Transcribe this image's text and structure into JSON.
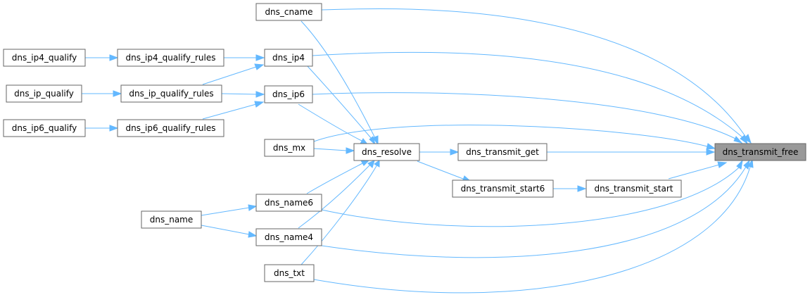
{
  "graph": {
    "title": "Call graph of dns_transmit_free",
    "accent_color": "#63b8ff",
    "root_color": "#999999",
    "nodes": {
      "dns_transmit_free": "dns_transmit_free",
      "dns_cname": "dns_cname",
      "dns_ip4": "dns_ip4",
      "dns_ip4_qualify_rules": "dns_ip4_qualify_rules",
      "dns_ip4_qualify": "dns_ip4_qualify",
      "dns_ip_qualify_rules": "dns_ip_qualify_rules",
      "dns_ip_qualify": "dns_ip_qualify",
      "dns_ip6": "dns_ip6",
      "dns_ip6_qualify_rules": "dns_ip6_qualify_rules",
      "dns_ip6_qualify": "dns_ip6_qualify",
      "dns_mx": "dns_mx",
      "dns_resolve": "dns_resolve",
      "dns_transmit_get": "dns_transmit_get",
      "dns_transmit_start6": "dns_transmit_start6",
      "dns_transmit_start": "dns_transmit_start",
      "dns_name6": "dns_name6",
      "dns_name": "dns_name",
      "dns_name4": "dns_name4",
      "dns_txt": "dns_txt"
    },
    "edges": [
      {
        "from": "dns_cname",
        "to": "dns_transmit_free"
      },
      {
        "from": "dns_cname",
        "to": "dns_resolve"
      },
      {
        "from": "dns_ip4",
        "to": "dns_transmit_free"
      },
      {
        "from": "dns_ip4",
        "to": "dns_resolve"
      },
      {
        "from": "dns_ip4_qualify_rules",
        "to": "dns_ip4"
      },
      {
        "from": "dns_ip_qualify_rules",
        "to": "dns_ip4"
      },
      {
        "from": "dns_ip_qualify_rules",
        "to": "dns_ip6"
      },
      {
        "from": "dns_ip6_qualify_rules",
        "to": "dns_ip6"
      },
      {
        "from": "dns_ip4_qualify",
        "to": "dns_ip4_qualify_rules"
      },
      {
        "from": "dns_ip_qualify",
        "to": "dns_ip_qualify_rules"
      },
      {
        "from": "dns_ip6_qualify",
        "to": "dns_ip6_qualify_rules"
      },
      {
        "from": "dns_ip6",
        "to": "dns_transmit_free"
      },
      {
        "from": "dns_ip6",
        "to": "dns_resolve"
      },
      {
        "from": "dns_mx",
        "to": "dns_transmit_free"
      },
      {
        "from": "dns_mx",
        "to": "dns_resolve"
      },
      {
        "from": "dns_resolve",
        "to": "dns_transmit_get"
      },
      {
        "from": "dns_resolve",
        "to": "dns_transmit_start6"
      },
      {
        "from": "dns_transmit_get",
        "to": "dns_transmit_free"
      },
      {
        "from": "dns_transmit_start6",
        "to": "dns_transmit_start"
      },
      {
        "from": "dns_transmit_start",
        "to": "dns_transmit_free"
      },
      {
        "from": "dns_name6",
        "to": "dns_transmit_free"
      },
      {
        "from": "dns_name6",
        "to": "dns_resolve"
      },
      {
        "from": "dns_name4",
        "to": "dns_transmit_free"
      },
      {
        "from": "dns_name4",
        "to": "dns_resolve"
      },
      {
        "from": "dns_name",
        "to": "dns_name6"
      },
      {
        "from": "dns_name",
        "to": "dns_name4"
      },
      {
        "from": "dns_txt",
        "to": "dns_transmit_free"
      },
      {
        "from": "dns_txt",
        "to": "dns_resolve"
      }
    ]
  }
}
